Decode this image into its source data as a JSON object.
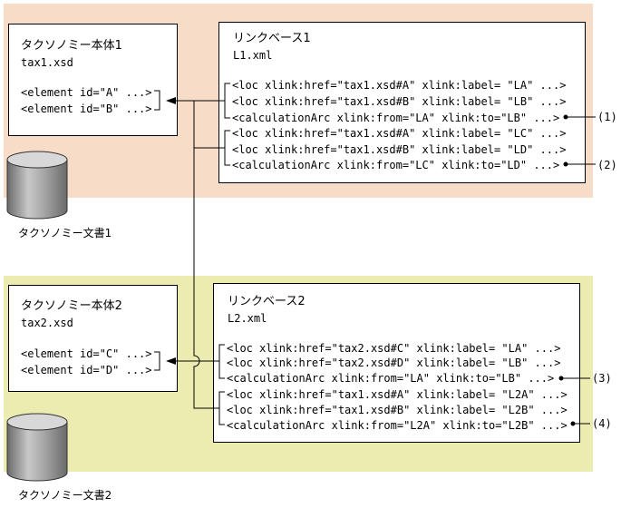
{
  "taxonomy_body_1": {
    "title": "タクソノミー本体1",
    "file": "tax1.xsd",
    "elements": [
      "<element id=\"A\" ...>",
      "<element id=\"B\" ...>"
    ]
  },
  "linkbase_1": {
    "title": "リンクベース1",
    "file": "L1.xml",
    "lines": [
      "<loc xlink:href=\"tax1.xsd#A\" xlink:label= \"LA\" ...>",
      "<loc xlink:href=\"tax1.xsd#B\" xlink:label= \"LB\" ...>",
      "<calculationArc xlink:from=\"LA\" xlink:to=\"LB\" ...>",
      "<loc xlink:href=\"tax1.xsd#A\" xlink:label= \"LC\" ...>",
      "<loc xlink:href=\"tax1.xsd#B\" xlink:label= \"LD\" ...>",
      "<calculationArc xlink:from=\"LC\" xlink:to=\"LD\" ...>"
    ]
  },
  "taxonomy_doc_1": {
    "label": "タクソノミー文書1"
  },
  "taxonomy_body_2": {
    "title": "タクソノミー本体2",
    "file": "tax2.xsd",
    "elements": [
      "<element id=\"C\" ...>",
      "<element id=\"D\" ...>"
    ]
  },
  "linkbase_2": {
    "title": "リンクベース2",
    "file": "L2.xml",
    "lines": [
      "<loc xlink:href=\"tax2.xsd#C\" xlink:label= \"LA\" ...>",
      "<loc xlink:href=\"tax2.xsd#D\" xlink:label= \"LB\" ...>",
      "<calculationArc xlink:from=\"LA\" xlink:to=\"LB\" ...>",
      "<loc xlink:href=\"tax1.xsd#A\" xlink:label= \"L2A\" ...>",
      "<loc xlink:href=\"tax1.xsd#B\" xlink:label= \"L2B\" ...>",
      "<calculationArc xlink:from=\"L2A\" xlink:to=\"L2B\" ...>"
    ]
  },
  "taxonomy_doc_2": {
    "label": "タクソノミー文書2"
  },
  "annotations": [
    "(1)",
    "(2)",
    "(3)",
    "(4)"
  ],
  "colors": {
    "region_1": "#f7dcc8",
    "region_2": "#ecebb0",
    "line": "#000000",
    "box": "#ffffff"
  }
}
